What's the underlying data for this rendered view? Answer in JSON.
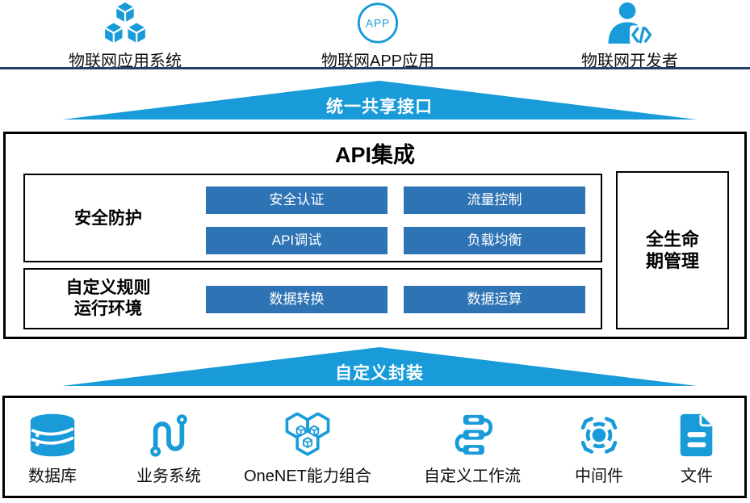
{
  "colors": {
    "bright_blue": "#189BD8",
    "steel_blue": "#2E74B5",
    "navy_line": "#21406B",
    "border_black": "#000000"
  },
  "top_row": {
    "items": [
      {
        "label": "物联网应用系统",
        "icon": "cubes-icon"
      },
      {
        "label": "物联网APP应用",
        "icon": "app-circle-icon",
        "icon_text": "APP"
      },
      {
        "label": "物联网开发者",
        "icon": "developer-icon"
      }
    ]
  },
  "arrows": {
    "top_label": "统一共享接口",
    "bottom_label": "自定义封装"
  },
  "api_section": {
    "title": "API集成",
    "security": {
      "label": "安全防护",
      "buttons": [
        "安全认证",
        "流量控制",
        "API调试",
        "负载均衡"
      ]
    },
    "rules": {
      "label_line1": "自定义规则",
      "label_line2": "运行环境",
      "buttons": [
        "数据转换",
        "数据运算"
      ]
    },
    "lifecycle": {
      "line1": "全生命",
      "line2": "期管理"
    }
  },
  "bottom_row": {
    "items": [
      {
        "label": "数据库",
        "icon": "database-icon"
      },
      {
        "label": "业务系统",
        "icon": "pipeline-icon"
      },
      {
        "label": "OneNET能力组合",
        "icon": "hexagon-cubes-icon"
      },
      {
        "label": "自定义工作流",
        "icon": "workflow-icon"
      },
      {
        "label": "中间件",
        "icon": "middleware-icon"
      },
      {
        "label": "文件",
        "icon": "file-icon"
      }
    ]
  }
}
